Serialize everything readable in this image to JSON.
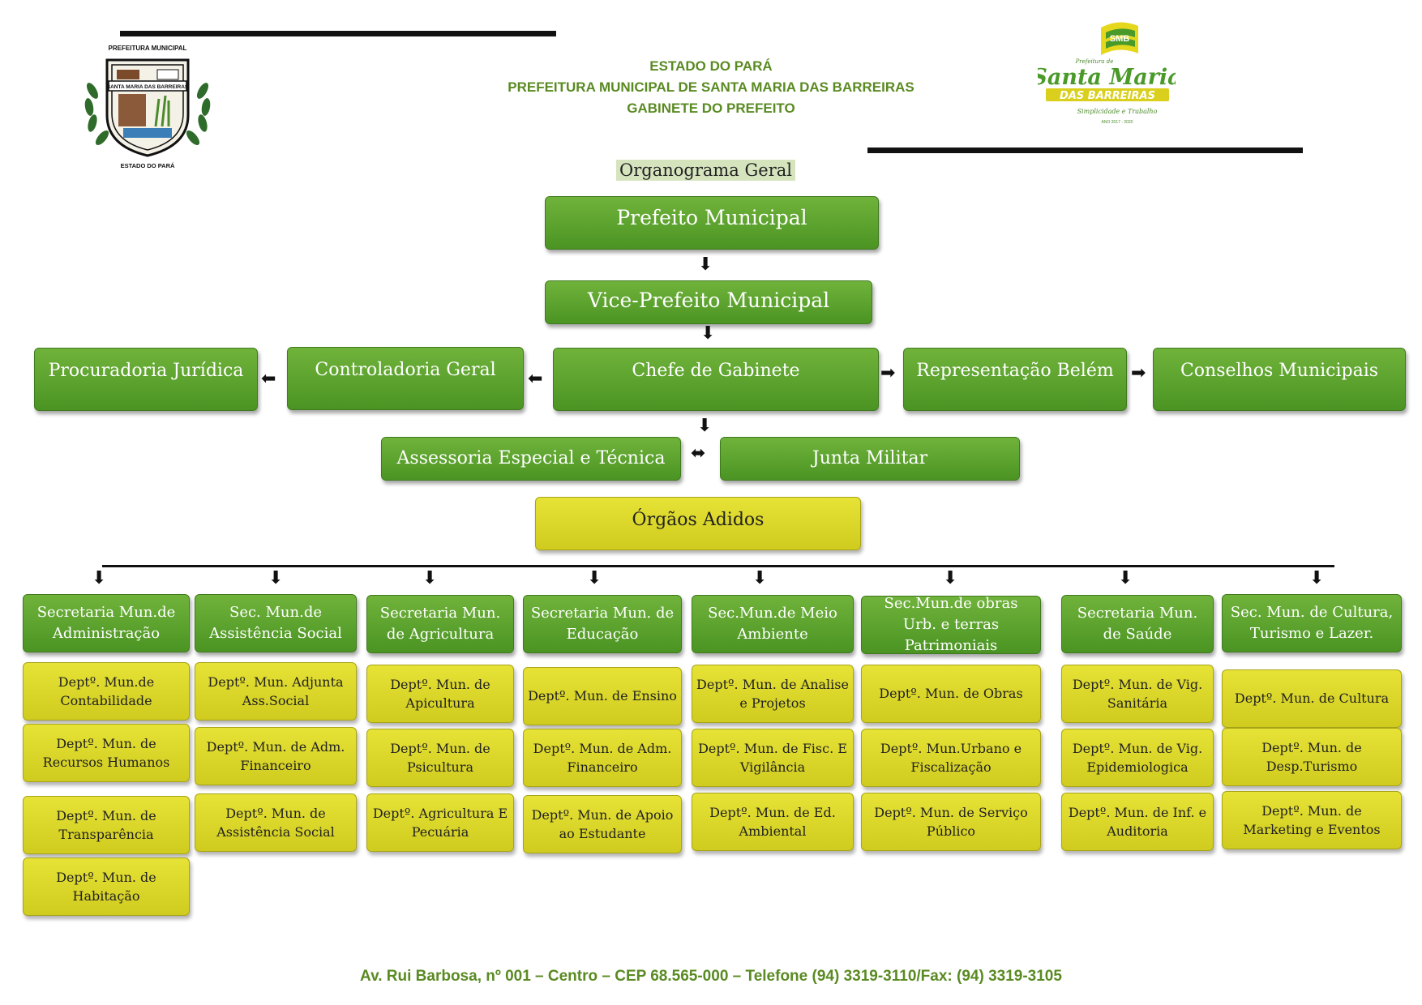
{
  "header": {
    "line1": "ESTADO DO PARÁ",
    "line2": "PREFEITURA MUNICIPAL DE SANTA MARIA DAS BARREIRAS",
    "line3": "GABINETE DO PREFEITO"
  },
  "crest": {
    "top_text": "PREFEITURA MUNICIPAL",
    "banner_text": "SANTA MARIA DAS BARREIRAS",
    "bottom_text": "ESTADO DO PARÁ"
  },
  "brand_logo": {
    "small_text": "Prefeitura de",
    "name_script": "Santa Maria",
    "name_band": "DAS BARREIRAS",
    "tagline": "Simplicidade e Trabalho",
    "years": "ANO 2017 - 2020",
    "mark": "SMB"
  },
  "title": "Organograma Geral",
  "top_nodes": {
    "prefeito": "Prefeito Municipal",
    "vice": "Vice-Prefeito Municipal",
    "chefe": "Chefe de Gabinete",
    "procuradoria": "Procuradoria Jurídica",
    "controladoria": "Controladoria Geral",
    "representacao": "Representação Belém",
    "conselhos": "Conselhos Municipais",
    "assessoria": "Assessoria Especial e Técnica",
    "junta": "Junta Militar",
    "orgaos": "Órgãos Adidos"
  },
  "secretarias": [
    {
      "name": "Secretaria Mun.de Administração",
      "depts": [
        "Deptº. Mun.de Contabilidade",
        "Deptº. Mun. de Recursos Humanos",
        "Deptº. Mun. de Transparência",
        "Deptº. Mun. de Habitação"
      ]
    },
    {
      "name": "Sec. Mun.de Assistência Social",
      "depts": [
        "Deptº. Mun. Adjunta Ass.Social",
        "Deptº. Mun. de Adm. Financeiro",
        "Deptº. Mun. de Assistência  Social"
      ]
    },
    {
      "name": "Secretaria Mun. de Agricultura",
      "depts": [
        "Deptº. Mun. de Apicultura",
        "Deptº. Mun. de Psicultura",
        "Deptº. Agricultura E Pecuária"
      ]
    },
    {
      "name": "Secretaria Mun. de Educação",
      "depts": [
        "Deptº. Mun. de Ensino",
        "Deptº. Mun. de Adm. Financeiro",
        "Deptº. Mun. de Apoio ao Estudante"
      ]
    },
    {
      "name": "Sec.Mun.de    Meio Ambiente",
      "depts": [
        "Deptº. Mun. de Analise e Projetos",
        "Deptº. Mun. de Fisc. E Vigilância",
        "Deptº. Mun. de Ed. Ambiental"
      ]
    },
    {
      "name": "Sec.Mun.de obras Urb. e terras Patrimoniais",
      "depts": [
        "Deptº. Mun. de Obras",
        "Deptº. Mun.Urbano e Fiscalização",
        "Deptº. Mun. de Serviço Público"
      ]
    },
    {
      "name": "Secretaria Mun. de Saúde",
      "depts": [
        "Deptº. Mun. de Vig. Sanitária",
        "Deptº. Mun. de  Vig. Epidemiologica",
        "Deptº. Mun. de Inf. e Auditoria"
      ]
    },
    {
      "name": "Sec. Mun. de Cultura, Turismo e Lazer.",
      "depts": [
        "Deptº. Mun. de Cultura",
        "Deptº. Mun. de Desp.Turismo",
        "Deptº. Mun. de Marketing e Eventos"
      ]
    }
  ],
  "footer": "Av. Rui Barbosa, nº 001 – Centro – CEP 68.565-000 – Telefone (94) 3319-3110/Fax: (94) 3319-3105",
  "colors": {
    "green_box": "#5ea52e",
    "yellow_box": "#dcd82a",
    "header_text": "#5a8a22",
    "title_bg": "#d6e4be"
  }
}
